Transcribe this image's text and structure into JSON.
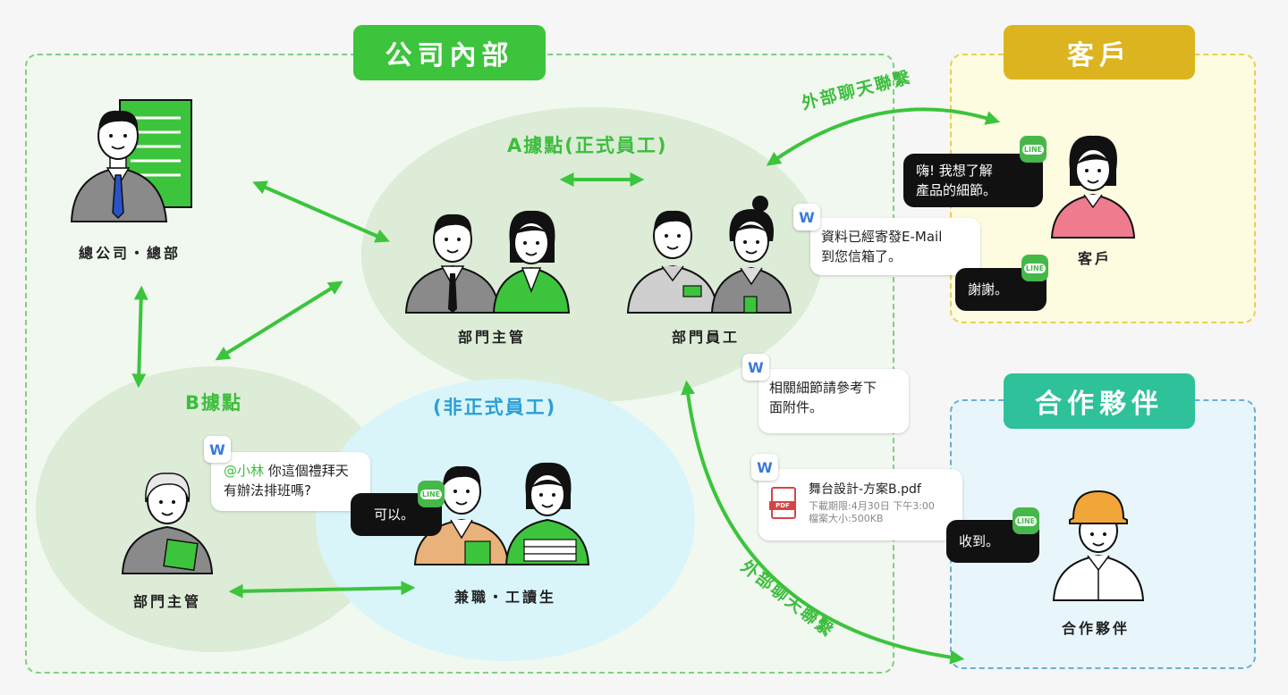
{
  "zones": {
    "internal": "公司內部",
    "customer": "客戶",
    "partner": "合作夥伴"
  },
  "groups": {
    "a_site": "A據點(正式員工)",
    "b_site": "B據點",
    "informal": "(非正式員工)"
  },
  "people": {
    "hq": "總公司・總部",
    "a_manager": "部門主管",
    "a_staff": "部門員工",
    "b_manager": "部門主管",
    "part_time": "兼職・工讀生",
    "customer": "客戶",
    "partner": "合作夥伴"
  },
  "external_link_label": "外部聊天聯繫",
  "chats": {
    "customer_question": "嗨! 我想了解\n產品的細節。",
    "staff_reply": "資料已經寄發E-Mail\n到您信箱了。",
    "customer_thanks": "謝謝。",
    "detail_message": "相關細節請參考下\n面附件。",
    "partner_received": "收到。",
    "b_mention": "@小林",
    "b_question_rest": " 你這個禮拜天\n有辦法排班嗎?",
    "part_time_reply": "可以。"
  },
  "attachment": {
    "icon_text": "PDF",
    "name": "舞台設計-方案B.pdf",
    "deadline": "下載期限:4月30日 下午3:00",
    "size": "檔案大小:500KB"
  },
  "app_icons": {
    "line_label": "LINE",
    "w_label": "W"
  },
  "colors": {
    "green": "#3cc43c",
    "yellow": "#dcb41f",
    "teal": "#2ec19a",
    "blue": "#2a9fd6"
  }
}
